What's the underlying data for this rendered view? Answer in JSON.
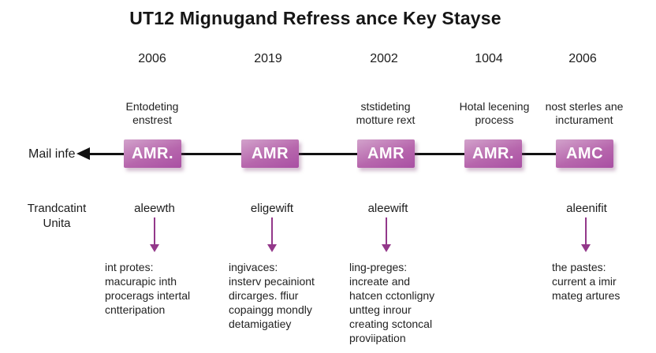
{
  "title": "UT12 Mignugand Refress ance Key Stayse",
  "left_labels": {
    "timeline": "Mail infe",
    "row": [
      "Trandcatint",
      "Unita"
    ]
  },
  "colors": {
    "box_gradient_top": "#d2a2cb",
    "box_gradient_bottom": "#a94fa3",
    "timeline_line": "#111111",
    "down_arrow": "#93388a",
    "text": "#1c1c1c"
  },
  "columns": [
    {
      "year": "2006",
      "top_label": [
        "Entodeting",
        "enstrest"
      ],
      "box_label": "AMR.",
      "sub_label": "aleewth",
      "description": [
        "int protes:",
        "macurapic inth",
        "procerags intertal",
        "cntteripation"
      ]
    },
    {
      "year": "2019",
      "top_label": [],
      "box_label": "AMR",
      "sub_label": "eligewift",
      "description": [
        "ingivaces:",
        "insterv pecainiont",
        "dircarges. ffiur",
        "copaingg mondly",
        "detamigatiey"
      ]
    },
    {
      "year": "2002",
      "top_label": [
        "ststideting",
        "motture rext"
      ],
      "box_label": "AMR",
      "sub_label": "aleewift",
      "description": [
        "ling-preges:",
        "increate and",
        "hatcen cctonligny",
        "untteg inrour",
        "creating sctoncal",
        "proviipation"
      ]
    },
    {
      "year": "1004",
      "top_label": [
        "Hotal lecening",
        "process"
      ],
      "box_label": "AMR.",
      "sub_label": "",
      "description": []
    },
    {
      "year": "2006",
      "top_label": [
        "nost sterles ane",
        "incturament"
      ],
      "box_label": "AMC",
      "sub_label": "aleenifit",
      "description": [
        "the pastes:",
        "current a imir",
        "mateg artures"
      ]
    }
  ]
}
